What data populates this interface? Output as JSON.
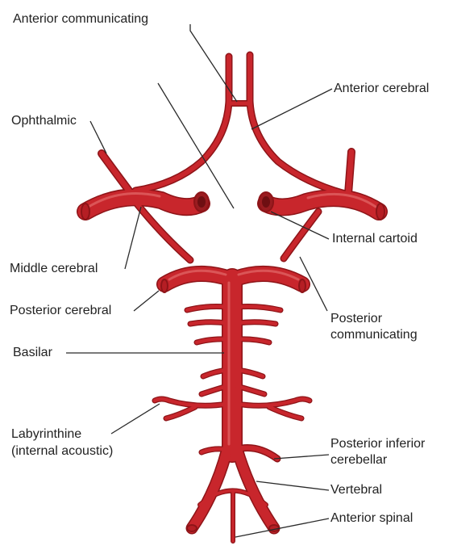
{
  "colors": {
    "artery_fill": "#c8262c",
    "artery_stroke": "#8e1418",
    "artery_highlight": "#e36a6a",
    "lumen_fill": "#9a1c20",
    "leader_line": "#2a2a2a",
    "label_text": "#222222"
  },
  "labels": {
    "anterior_communicating": "Anterior communicating",
    "anterior_cerebral": "Anterior cerebral",
    "ophthalmic": "Ophthalmic",
    "internal_carotid": "Internal cartoid",
    "middle_cerebral": "Middle cerebral",
    "posterior_cerebral": "Posterior cerebral",
    "posterior_communicating_1": "Posterior",
    "posterior_communicating_2": "communicating",
    "basilar": "Basilar",
    "labyrinthine_1": "Labyrinthine",
    "labyrinthine_2": "(internal acoustic)",
    "posterior_inferior_cerebellar_1": "Posterior inferior",
    "posterior_inferior_cerebellar_2": "cerebellar",
    "vertebral": "Vertebral",
    "anterior_spinal": "Anterior spinal"
  }
}
